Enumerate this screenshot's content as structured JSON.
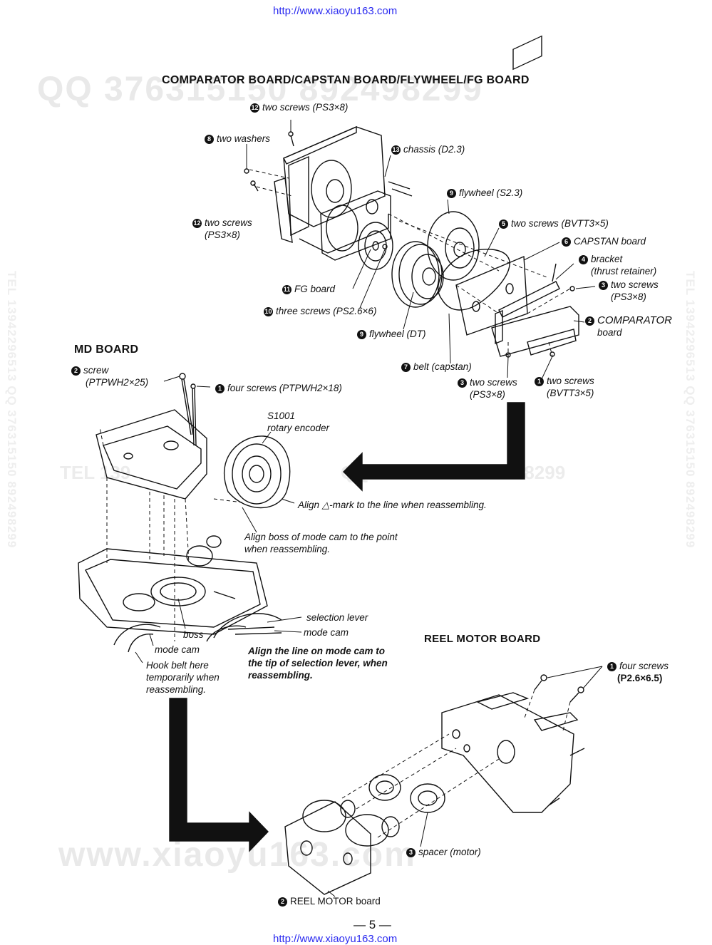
{
  "header": {
    "url": "http://www.xiaoyu163.com"
  },
  "footer": {
    "url": "http://www.xiaoyu163.com",
    "page_number": "— 5 —"
  },
  "watermarks": {
    "qq_top": "QQ 376315150   892498299",
    "tel_left": "TEL 13942296513  QQ 376315150  892498299",
    "tel_right": "TEL 13942296513  QQ 376315150  892498299",
    "mid_left": "TEL 139",
    "mid_right": "QQ 376315150   892498299",
    "bottom": "www.xiaoyu163.com"
  },
  "section1": {
    "title": "COMPARATOR BOARD/CAPSTAN BOARD/FLYWHEEL/FG BOARD",
    "labels": {
      "l12a": {
        "num": "12",
        "text": "two screws (PS3×8)"
      },
      "l8": {
        "num": "8",
        "text": "two washers"
      },
      "l13": {
        "num": "13",
        "text": "chassis (D2.3)"
      },
      "l9a": {
        "num": "9",
        "text": "flywheel (S2.3)"
      },
      "l12b": {
        "num": "12",
        "text": "two screws",
        "text2": "(PS3×8)"
      },
      "l5": {
        "num": "5",
        "text": "two screws (BVTT3×5)"
      },
      "l6": {
        "num": "6",
        "text": "CAPSTAN board"
      },
      "l4": {
        "num": "4",
        "text": "bracket",
        "text2": "(thrust retainer)"
      },
      "l3a": {
        "num": "3",
        "text": "two screws",
        "text2": "(PS3×8)"
      },
      "l11": {
        "num": "11",
        "text": "FG board"
      },
      "l2": {
        "num": "2",
        "text": "COMPARATOR",
        "text2": "board"
      },
      "l10": {
        "num": "10",
        "text": "three screws (PS2.6×6)"
      },
      "l9b": {
        "num": "9",
        "text": "flywheel (DT)"
      },
      "l7": {
        "num": "7",
        "text": "belt (capstan)"
      },
      "l3b": {
        "num": "3",
        "text": "two screws",
        "text2": "(PS3×8)"
      },
      "l1": {
        "num": "1",
        "text": "two screws",
        "text2": "(BVTT3×5)"
      }
    }
  },
  "section2": {
    "title": "MD BOARD",
    "labels": {
      "screw": {
        "num": "2",
        "text": "screw",
        "text2": "(PTPWH2×25)"
      },
      "four": {
        "num": "1",
        "text": "four screws (PTPWH2×18)"
      },
      "s1001": {
        "text": "S1001",
        "text2": "rotary encoder"
      },
      "align_tri": {
        "text": "Align △-mark to the line when reassembling."
      },
      "align_boss": {
        "text": "Align boss of mode cam to the point",
        "text2": "when reassembling."
      },
      "sel_lever": {
        "text": "selection lever"
      },
      "mode_cam_r": {
        "text": "mode cam"
      },
      "boss": {
        "text": "boss"
      },
      "mode_cam_l": {
        "text": "mode cam"
      },
      "align_line": {
        "text": "Align the line on mode cam to",
        "text2": "the tip of selection lever, when",
        "text3": "reassembling."
      },
      "hook": {
        "text": "Hook belt here",
        "text2": "temporarily when",
        "text3": "reassembling."
      }
    }
  },
  "section3": {
    "title": "REEL MOTOR BOARD",
    "labels": {
      "four": {
        "num": "1",
        "text": "four screws",
        "text2": "(P2.6×6.5)"
      },
      "spacer": {
        "num": "3",
        "text": "spacer (motor)"
      },
      "board": {
        "num": "2",
        "text": "REEL MOTOR board"
      }
    }
  }
}
